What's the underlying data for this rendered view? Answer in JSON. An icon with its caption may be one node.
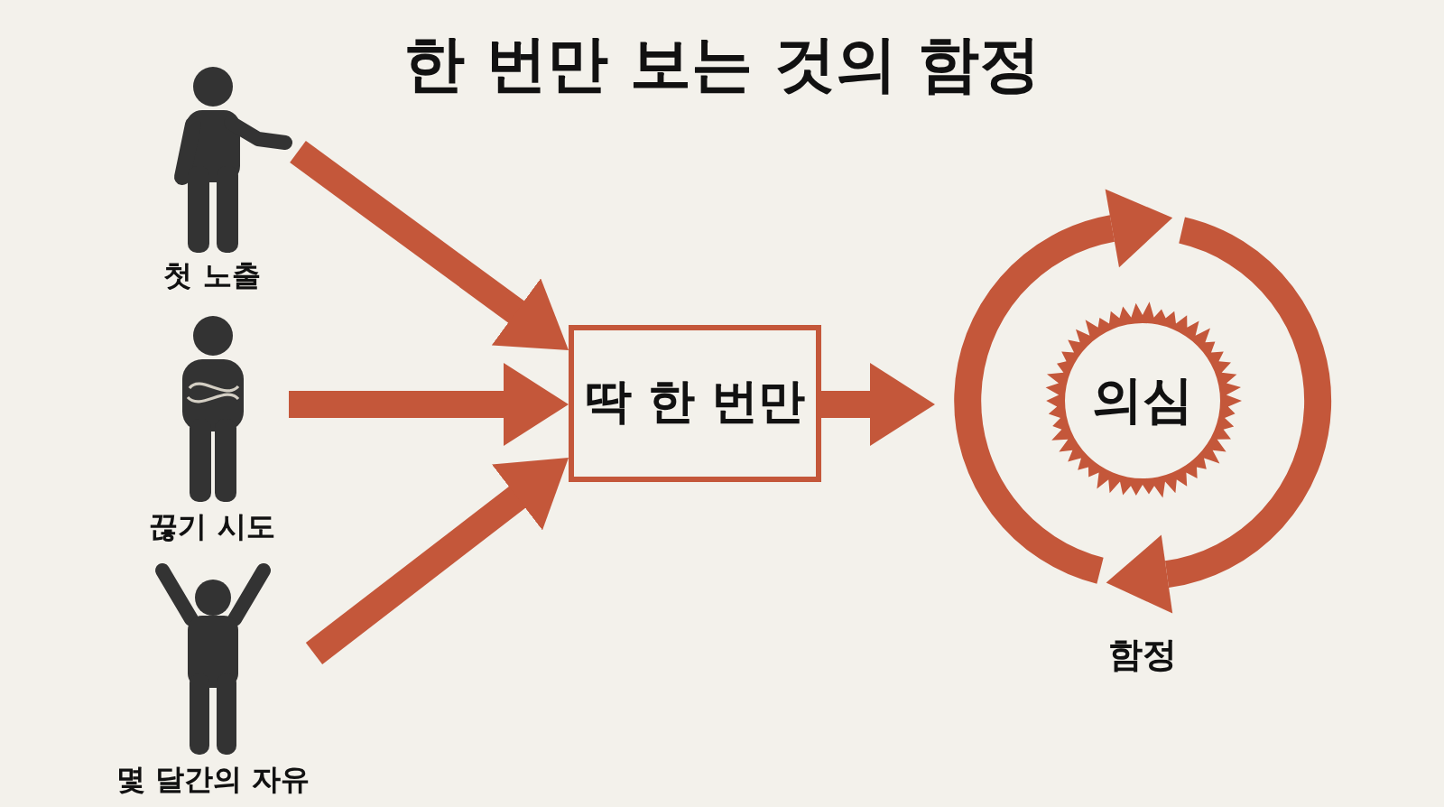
{
  "diagram": {
    "title": "한 번만 보는 것의 함정",
    "nodes": [
      {
        "text": [],
        "shape": "person",
        "beside": [
          "첫 노출"
        ]
      },
      {
        "text": [],
        "shape": "person",
        "beside": [
          "끊기 시도"
        ]
      },
      {
        "text": [],
        "shape": "person",
        "beside": [
          "몇 달간의 자유"
        ]
      },
      {
        "text": [
          "딱 한 번만"
        ]
      },
      {
        "text": [],
        "shape": "circle",
        "beside": [
          "함정"
        ]
      },
      {
        "text": [
          "의심"
        ],
        "in": 4
      }
    ],
    "edges": [
      {
        "from": 0,
        "to": 3,
        "arrow": "to"
      },
      {
        "from": 1,
        "to": 3,
        "arrow": "to"
      },
      {
        "from": 2,
        "to": 3,
        "arrow": "to"
      },
      {
        "from": 3,
        "to": 4,
        "arrow": "to"
      }
    ]
  }
}
